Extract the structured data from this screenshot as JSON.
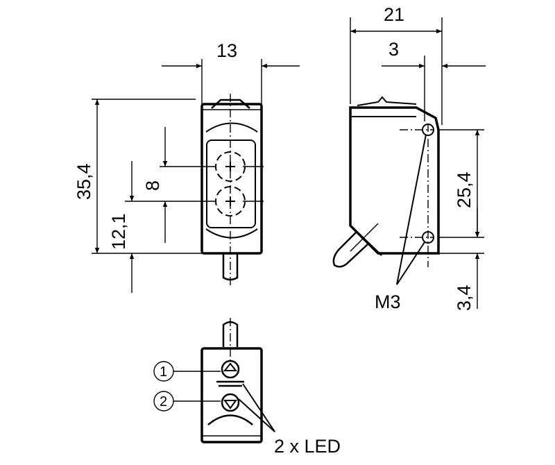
{
  "dimensions": {
    "width_front": "13",
    "height_total": "35,4",
    "lens_spacing": "8",
    "lens_offset": "12,1",
    "width_side": "21",
    "hole_offset": "3",
    "hole_spacing": "25,4",
    "hole_bottom": "3,4"
  },
  "labels": {
    "thread": "M3",
    "callout_1": "1",
    "callout_2": "2",
    "led": "2 x LED"
  }
}
